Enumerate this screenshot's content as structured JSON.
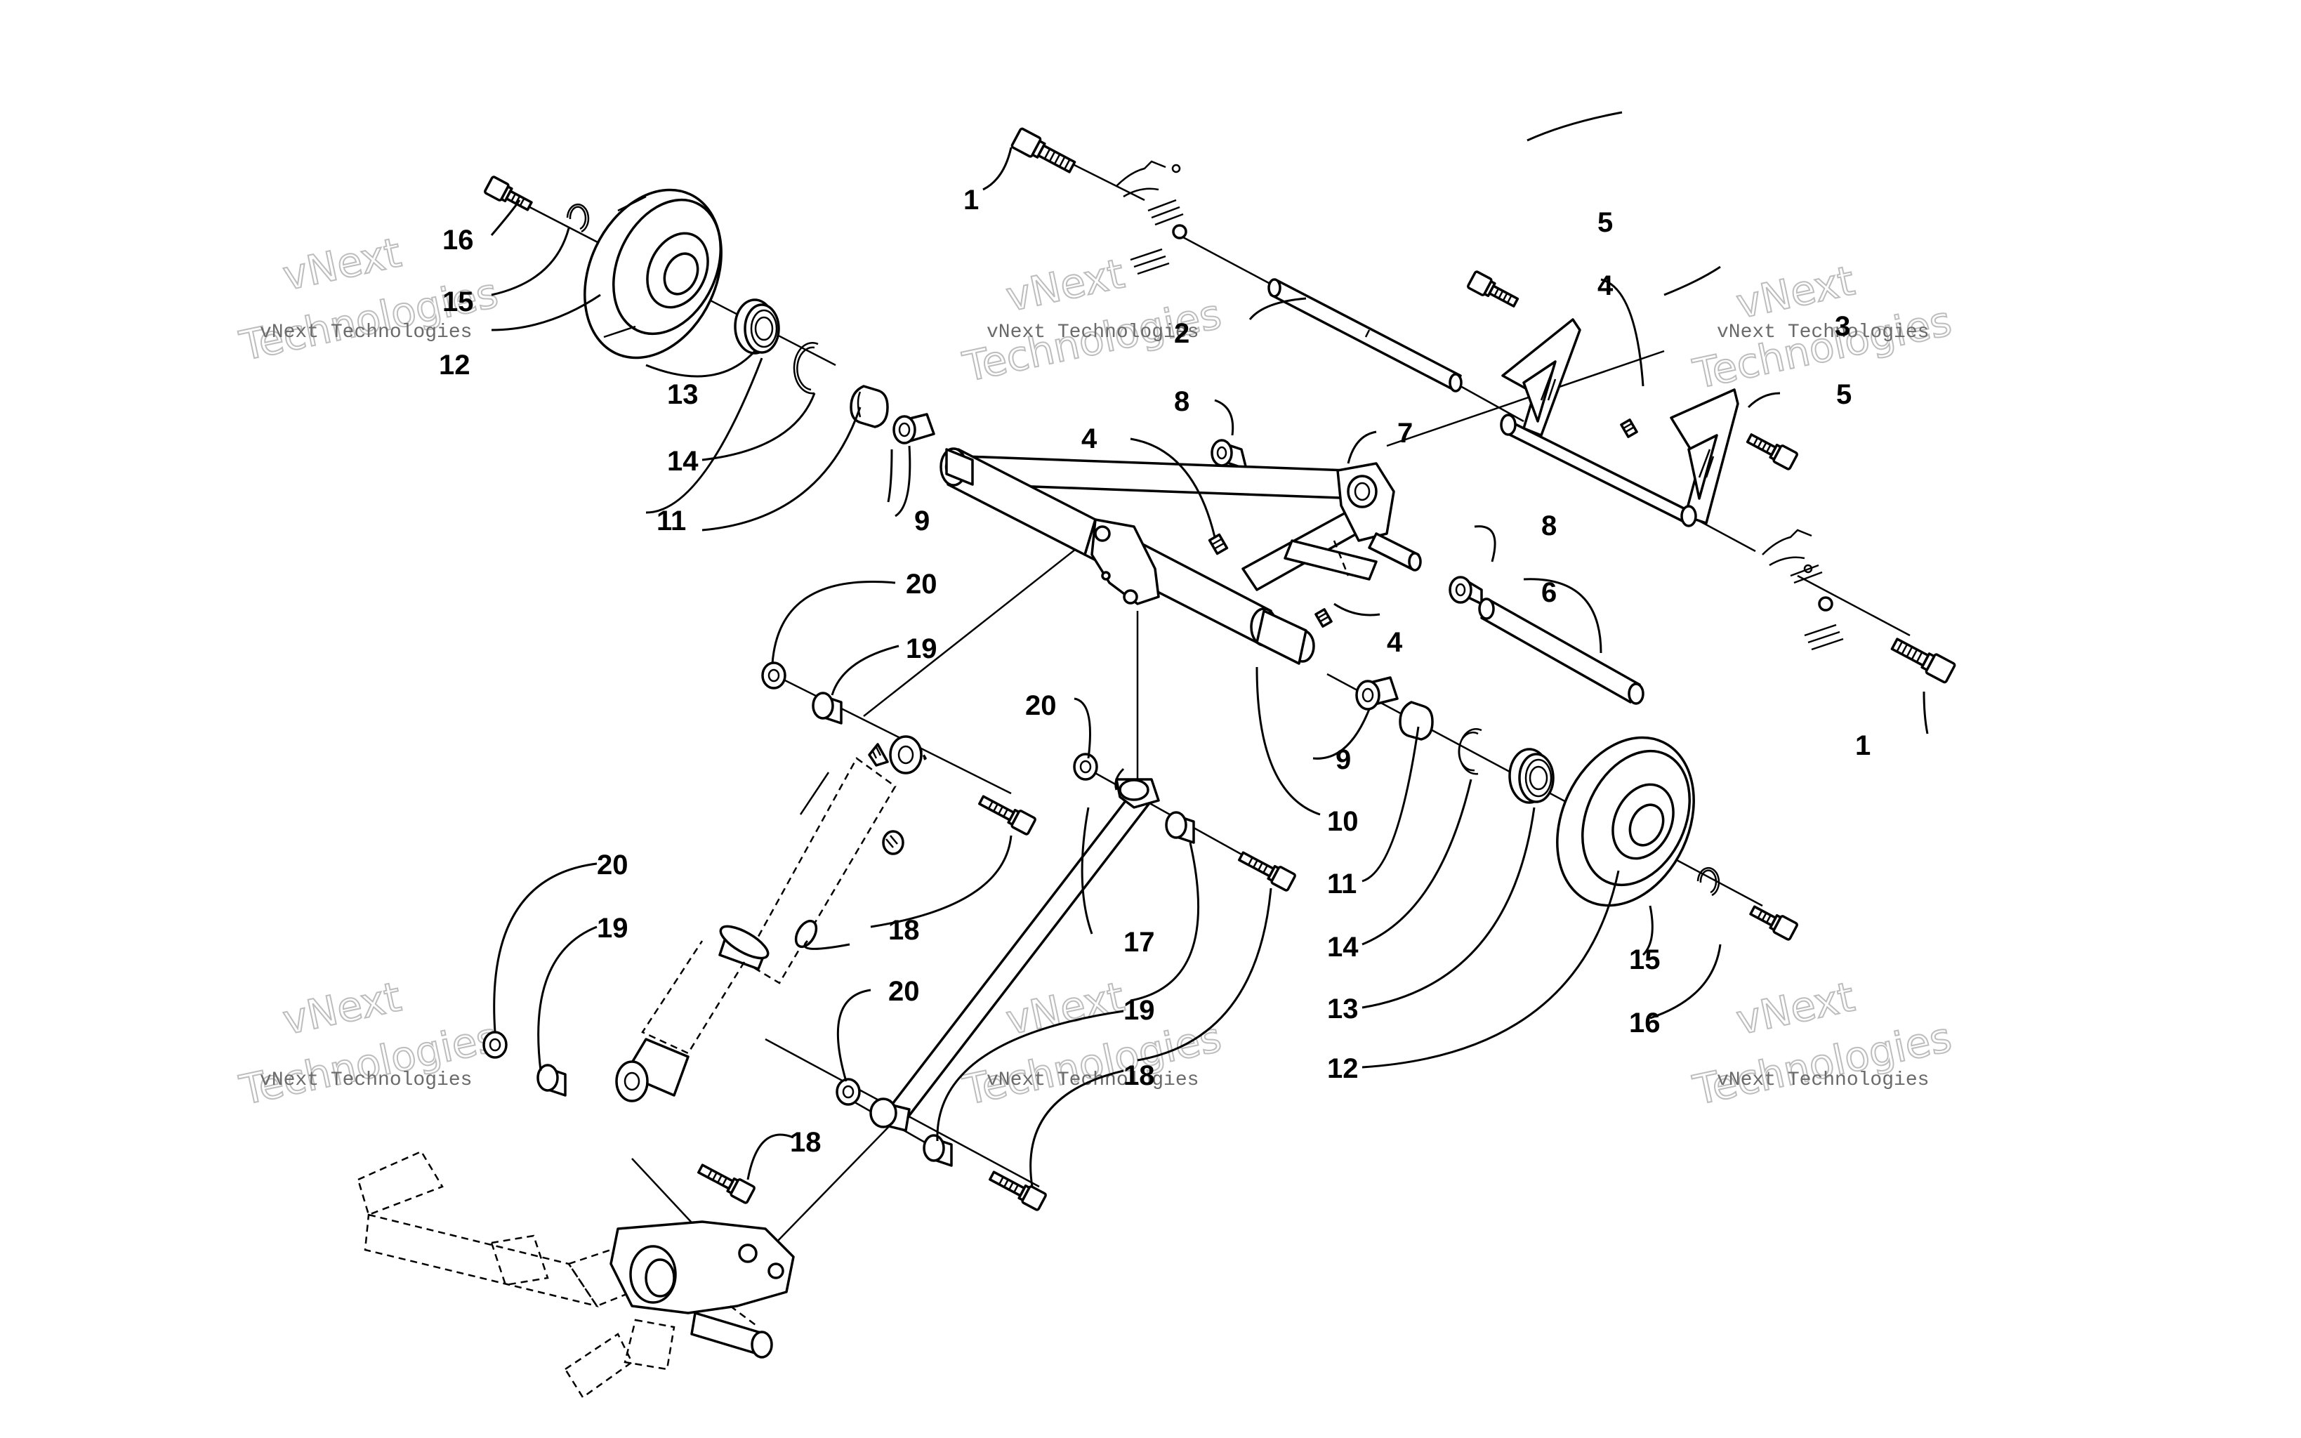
{
  "callouts": {
    "c1a": "1",
    "c1b": "1",
    "c2": "2",
    "c3": "3",
    "c4a": "4",
    "c4b": "4",
    "c4c": "4",
    "c5a": "5",
    "c5b": "5",
    "c6": "6",
    "c7": "7",
    "c8a": "8",
    "c8b": "8",
    "c9a": "9",
    "c9b": "9",
    "c10": "10",
    "c11a": "11",
    "c11b": "11",
    "c12a": "12",
    "c12b": "12",
    "c13a": "13",
    "c13b": "13",
    "c14a": "14",
    "c14b": "14",
    "c15a": "15",
    "c15b": "15",
    "c16a": "16",
    "c16b": "16",
    "c17": "17",
    "c18a": "18",
    "c18b": "18",
    "c18c": "18",
    "c19a": "19",
    "c19b": "19",
    "c19c": "19",
    "c20a": "20",
    "c20b": "20",
    "c20c": "20",
    "c20d": "20"
  },
  "watermark": {
    "line1": "vNext",
    "line2": "vNext Technologies",
    "line3": "Technologies"
  }
}
